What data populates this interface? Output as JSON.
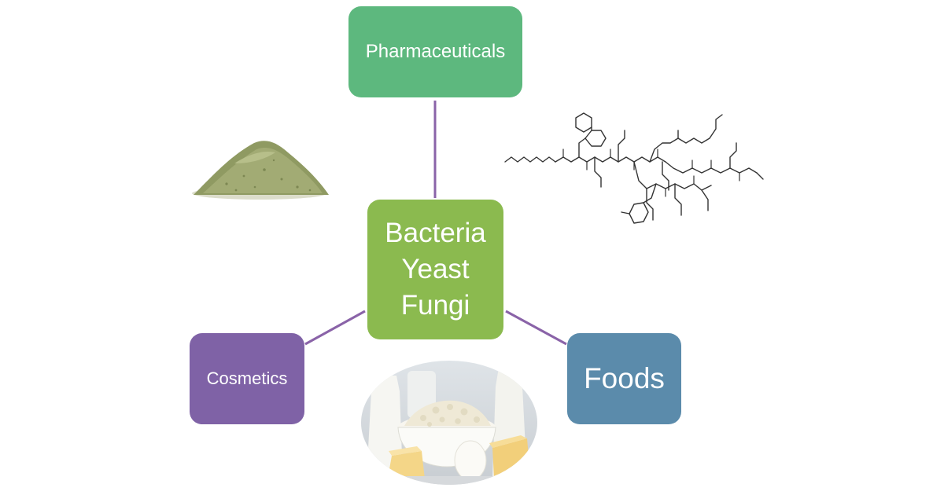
{
  "diagram": {
    "center": {
      "lines": [
        "Bacteria",
        "Yeast",
        "Fungi"
      ]
    },
    "nodes": {
      "pharmaceuticals": "Pharmaceuticals",
      "cosmetics": "Cosmetics",
      "foods": "Foods"
    },
    "colors": {
      "center": "#8bba4f",
      "pharmaceuticals": "#5db87e",
      "cosmetics": "#7f62a6",
      "foods": "#5b8bab",
      "connector": "#8a63a8"
    },
    "images": [
      "herbal-powder-pile",
      "lipopeptide-structure",
      "dairy-products"
    ]
  }
}
